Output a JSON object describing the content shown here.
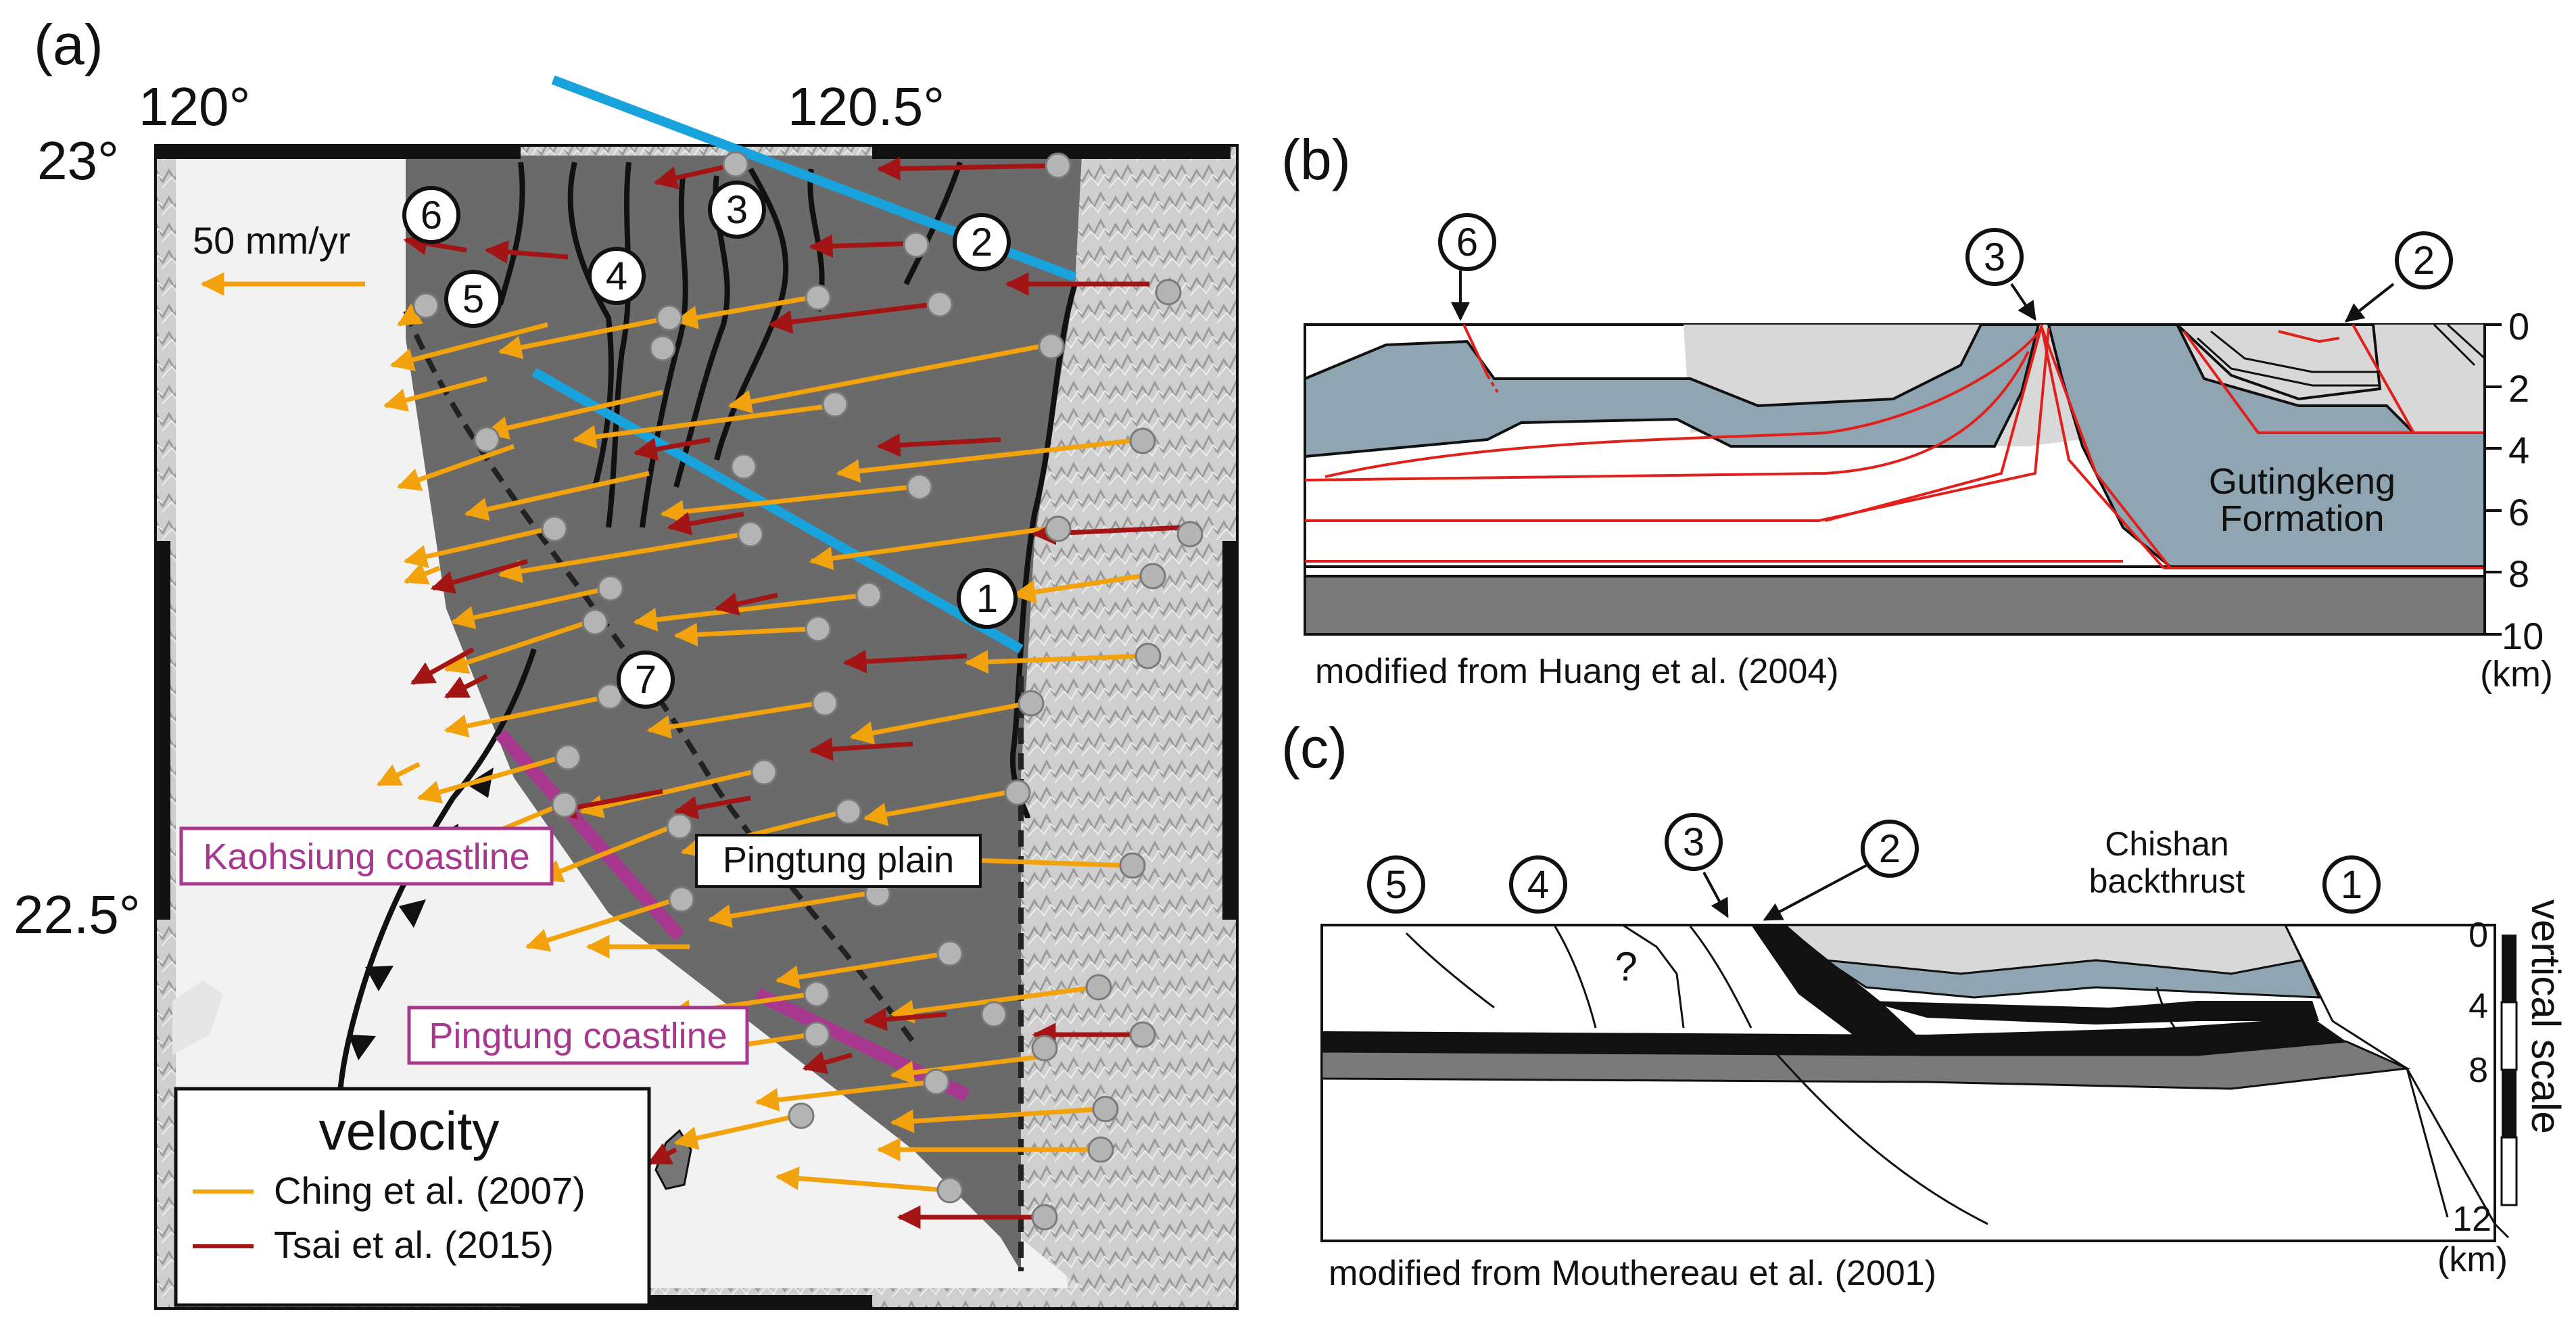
{
  "panel_a": {
    "label": "(a)",
    "lon_labels": [
      "120°",
      "120.5°"
    ],
    "lat_labels": [
      "23°",
      "22.5°"
    ],
    "scale_label": "50 mm/yr",
    "numbered_markers": [
      "1",
      "2",
      "3",
      "4",
      "5",
      "6",
      "7"
    ],
    "place_labels": {
      "kaohsiung": "Kaohsiung coastline",
      "pingtung_coast": "Pingtung coastline",
      "pingtung_plain": "Pingtung plain"
    },
    "legend": {
      "title": "velocity",
      "entries": [
        {
          "label": "Ching et al. (2007)",
          "color": "#f2a20c"
        },
        {
          "label": "Tsai et al. (2015)",
          "color": "#a31515"
        }
      ]
    },
    "colors": {
      "profile_line": "#19a3dd",
      "coastline_highlight": "#a8388f",
      "station": "#b4b4b4"
    }
  },
  "panel_b": {
    "label": "(b)",
    "markers": [
      "6",
      "3",
      "2"
    ],
    "depth_ticks": [
      "0",
      "2",
      "4",
      "6",
      "8",
      "10"
    ],
    "depth_unit": "(km)",
    "formation_label_1": "Gutingkeng",
    "formation_label_2": "Formation",
    "credit": "modified from Huang et al. (2004)",
    "colors": {
      "gutingkeng": "#8fa5b2",
      "light_layer": "#d8d8d8",
      "basement": "#7a7a7a",
      "fault": "#e0201a"
    }
  },
  "panel_c": {
    "label": "(c)",
    "markers": [
      "5",
      "4",
      "3",
      "2",
      "1"
    ],
    "backthrust_1": "Chishan",
    "backthrust_2": "backthrust",
    "question": "?",
    "scale_ticks": [
      "0",
      "4",
      "8",
      "12"
    ],
    "scale_title": "vertical scale",
    "scale_unit": "(km)",
    "credit": "modified from Mouthereau et al. (2001)"
  }
}
